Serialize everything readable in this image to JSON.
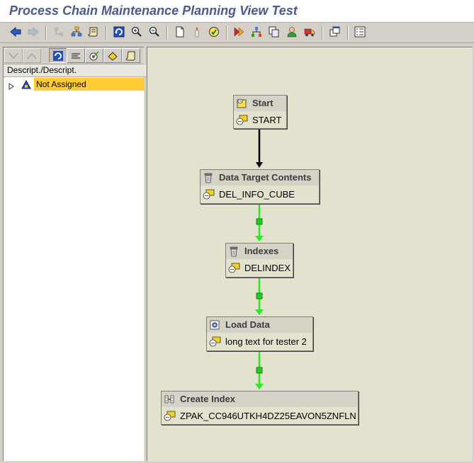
{
  "window": {
    "title": "Process Chain Maintenance Planning View Test"
  },
  "toolbar": {
    "buttons": [
      {
        "name": "back-arrow-icon"
      },
      {
        "name": "forward-arrow-icon"
      },
      {
        "name": "tree-layout-icon"
      },
      {
        "name": "hierarchy-icon"
      },
      {
        "name": "scroll-icon"
      },
      {
        "name": "refresh-icon"
      },
      {
        "name": "zoom-in-icon"
      },
      {
        "name": "zoom-out-icon"
      },
      {
        "name": "new-document-icon"
      },
      {
        "name": "candle-icon"
      },
      {
        "name": "check-clock-icon"
      },
      {
        "name": "activate-schedule-icon"
      },
      {
        "name": "network-icon"
      },
      {
        "name": "copy-icon"
      },
      {
        "name": "user-icon"
      },
      {
        "name": "truck-icon"
      },
      {
        "name": "windows-icon"
      },
      {
        "name": "list-icon"
      }
    ]
  },
  "left_panel": {
    "column_header": "Descript./Descript.",
    "tree": [
      {
        "label": "Not Assigned"
      }
    ]
  },
  "chain": {
    "nodes": [
      {
        "title": "Start",
        "subtitle": "START",
        "title_icon": "clock-icon",
        "sub_icon": "variant-icon"
      },
      {
        "title": "Data Target Contents",
        "subtitle": "DEL_INFO_CUBE",
        "title_icon": "trash-icon",
        "sub_icon": "variant-icon"
      },
      {
        "title": "Indexes",
        "subtitle": "DELINDEX",
        "title_icon": "trash-icon",
        "sub_icon": "variant-icon"
      },
      {
        "title": "Load Data",
        "subtitle": "long text for tester 2",
        "title_icon": "load-icon",
        "sub_icon": "variant-icon"
      },
      {
        "title": "Create Index",
        "subtitle": "ZPAK_CC946UTKH4DZ25EAVON5ZNFLN",
        "title_icon": "index-icon",
        "sub_icon": "variant-icon"
      }
    ],
    "link_colors": {
      "unconditional": "#000000",
      "success": "#22ee22"
    }
  }
}
